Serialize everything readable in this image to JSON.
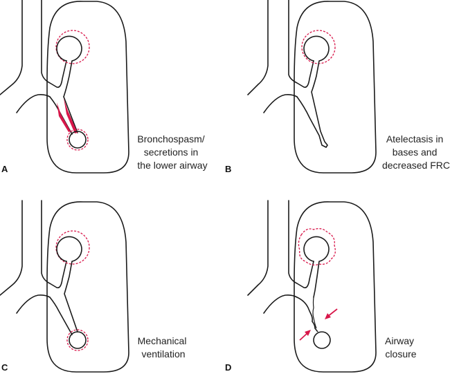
{
  "figure": {
    "accent_color": "#d8174a",
    "line_color": "#1a1a1a",
    "panels": [
      {
        "id": "A",
        "letter": "A",
        "caption": [
          "Bronchospasm/",
          "secretions in",
          "the lower airway"
        ],
        "condition": "bronchospasm-secretions"
      },
      {
        "id": "B",
        "letter": "B",
        "caption": [
          "Atelectasis in",
          "bases and",
          "decreased FRC"
        ],
        "condition": "atelectasis"
      },
      {
        "id": "C",
        "letter": "C",
        "caption": [
          "Mechanical",
          "ventilation"
        ],
        "condition": "mechanical-ventilation"
      },
      {
        "id": "D",
        "letter": "D",
        "caption": [
          "Airway",
          "closure"
        ],
        "condition": "airway-closure"
      }
    ]
  }
}
